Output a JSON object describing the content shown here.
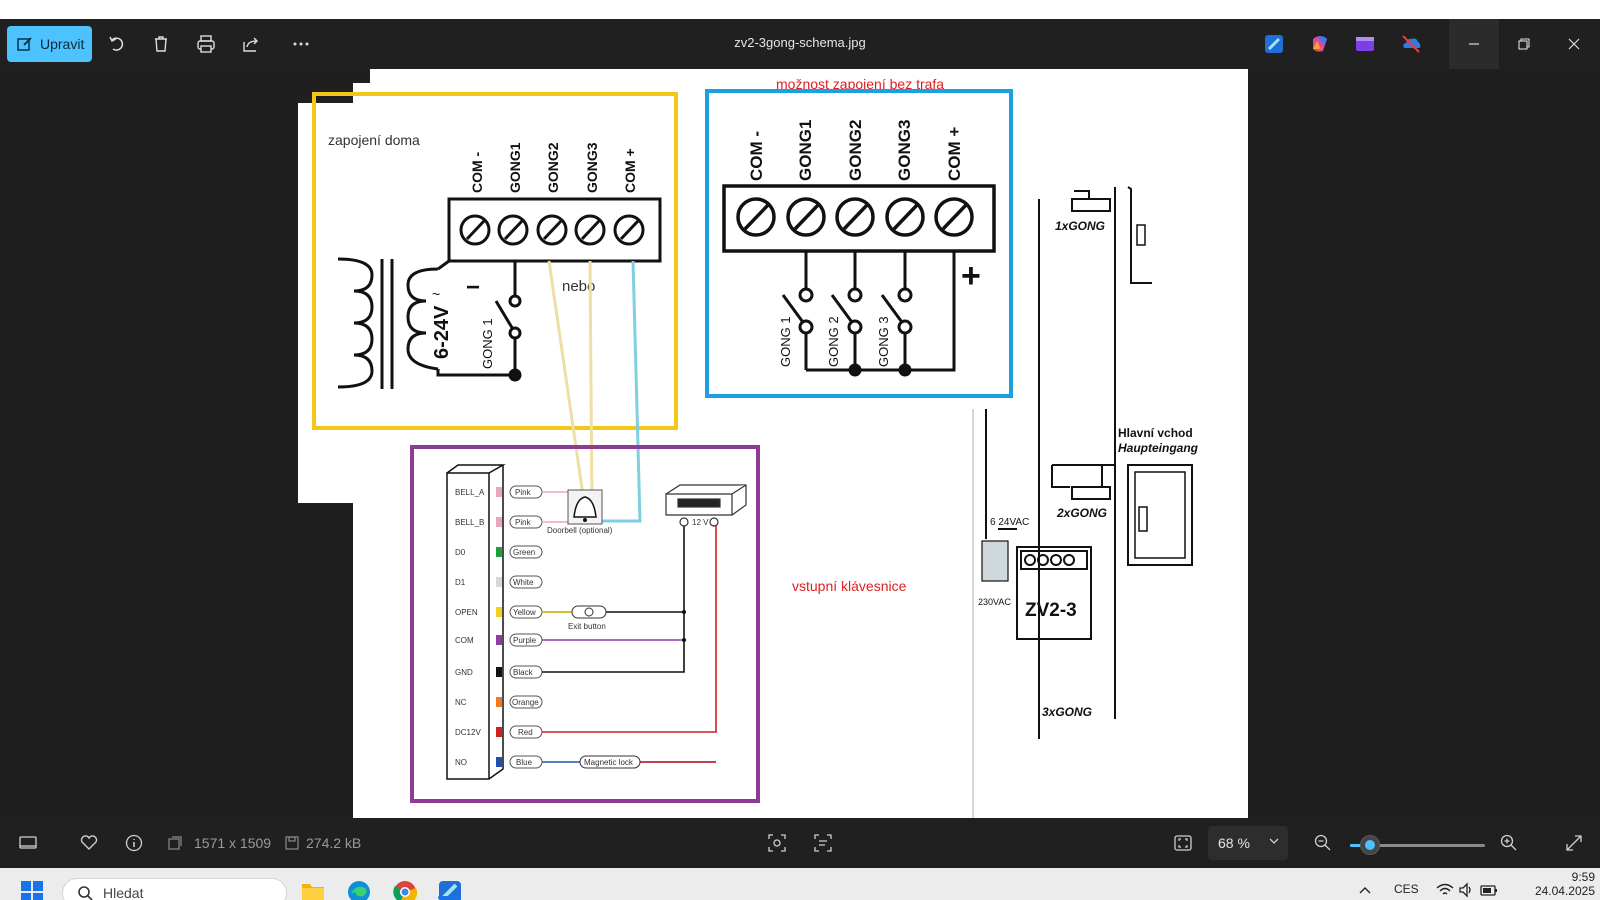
{
  "window": {
    "title": "zv2-3gong-schema.jpg",
    "edit_label": "Upravit"
  },
  "toolbar_icons": [
    "rotate-icon",
    "delete-icon",
    "print-icon",
    "share-icon",
    "more-icon"
  ],
  "app_icons": [
    "photos-editor-icon",
    "copilot-icon",
    "clipchamp-icon",
    "onedrive-icon"
  ],
  "diagram": {
    "label_wireless": "možnost zapojení bez trafa",
    "label_home": "zapojení doma",
    "label_or": "nebo",
    "label_keypad": "vstupní klávesnice",
    "terminals": [
      "COM -",
      "GONG1",
      "GONG2",
      "GONG3",
      "COM +"
    ],
    "voltage": "6-24V",
    "gong_labels": [
      "GONG 1",
      "GONG 2",
      "GONG 3"
    ],
    "minus": "−",
    "plus": "+",
    "keypad_pins": [
      "BELL_A",
      "BELL_B",
      "D0",
      "D1",
      "OPEN",
      "COM",
      "GND",
      "NC",
      "DC12V",
      "NO"
    ],
    "keypad_wires": [
      "Pink",
      "Pink",
      "Green",
      "White",
      "Yellow",
      "Purple",
      "Black",
      "Orange",
      "Red",
      "Blue"
    ],
    "wire_colors": [
      "#e8a7c0",
      "#e8a7c0",
      "#1e9e3c",
      "#d8d8d8",
      "#f0d020",
      "#8c3fa0",
      "#111111",
      "#f07a20",
      "#d02020",
      "#2050b0"
    ],
    "doorbell": "Doorbell (optional)",
    "exit_button": "Exit button",
    "magnetic_lock": "Magnetic lock",
    "psu_voltage": "12 V",
    "one_gong": "1xGONG",
    "two_gong": "2xGONG",
    "three_gong": "3xGONG",
    "main_entrance": "Hlavní vchod",
    "main_entrance_de": "Haupteingang",
    "vac24": "6 24VAC",
    "vac230": "230VAC",
    "device": "ZV2-3"
  },
  "status": {
    "dimensions": "1571 x 1509",
    "filesize": "274.2 kB",
    "zoom": "68 %",
    "zoom_fraction": 0.15
  },
  "taskbar": {
    "search_placeholder": "Hledat",
    "language": "CES",
    "time": "9:59",
    "date": "24.04.2025"
  },
  "colors": {
    "accent": "#4cc2ff",
    "yellow_box": "#f5c518",
    "blue_box": "#1ba1e2",
    "purple_box": "#8e3b96",
    "red_text": "#e02020"
  }
}
